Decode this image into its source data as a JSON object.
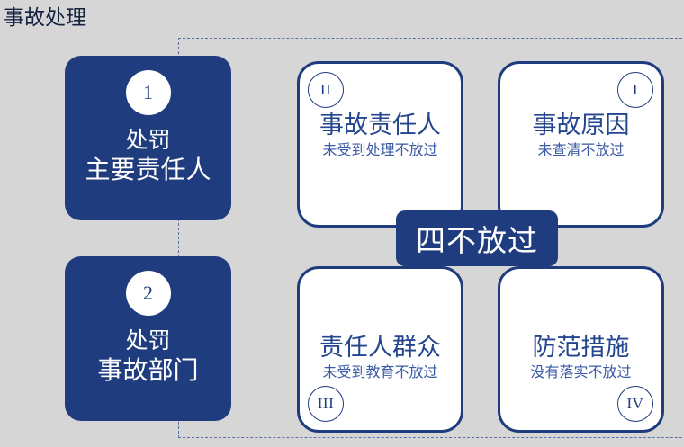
{
  "page": {
    "title": "事故处理",
    "background_color": "#d6d6d6",
    "accent_color": "#1f3c7f",
    "text_on_white_color": "#24468f"
  },
  "steps": [
    {
      "number": "1",
      "line1": "处罚",
      "line2": "主要责任人"
    },
    {
      "number": "2",
      "line1": "处罚",
      "line2": "事故部门"
    }
  ],
  "center_badge": {
    "label": "四不放过"
  },
  "cards": [
    {
      "numeral": "II",
      "numeral_position": "top-left",
      "heading": "事故责任人",
      "subtext": "未受到处理不放过"
    },
    {
      "numeral": "I",
      "numeral_position": "top-right",
      "heading": "事故原因",
      "subtext": "未查清不放过"
    },
    {
      "numeral": "III",
      "numeral_position": "bottom-left",
      "heading": "责任人群众",
      "subtext": "未受到教育不放过"
    },
    {
      "numeral": "IV",
      "numeral_position": "bottom-right",
      "heading": "防范措施",
      "subtext": "没有落实不放过"
    }
  ]
}
